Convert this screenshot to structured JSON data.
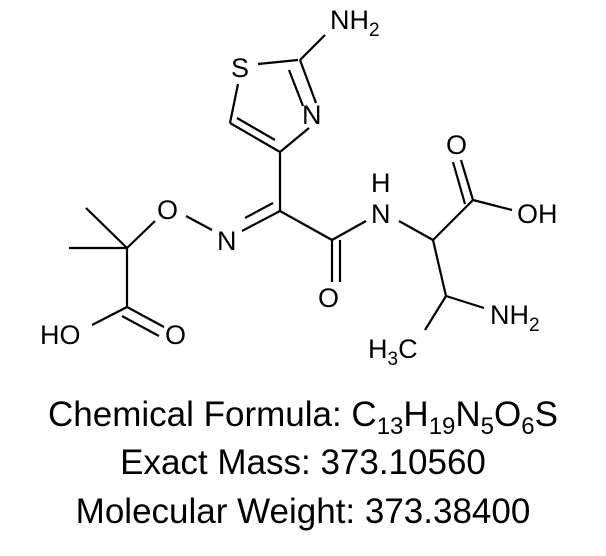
{
  "molecule": {
    "atom_labels": {
      "thiazole_S": "S",
      "thiazole_N": "N",
      "amino_top": "NH2",
      "oxime_O": "O",
      "oxime_N": "N",
      "amide_NH_H": "H",
      "amide_NH_N": "N",
      "amide_O": "O",
      "acid_right_O": "O",
      "acid_right_OH": "OH",
      "acid_left_HO": "HO",
      "acid_left_O": "O",
      "amino_side": "NH2",
      "methyl_label": "H3C"
    },
    "colors": {
      "bond": "#000000",
      "background": "#ffffff"
    }
  },
  "info": {
    "formula_label": "Chemical Formula: ",
    "formula": {
      "C": "C",
      "C_count": "13",
      "H": "H",
      "H_count": "19",
      "N": "N",
      "N_count": "5",
      "O": "O",
      "O_count": "6",
      "S": "S"
    },
    "exact_mass_label": "Exact Mass: ",
    "exact_mass_value": "373.10560",
    "molecular_weight_label": "Molecular Weight: ",
    "molecular_weight_value": "373.38400"
  }
}
